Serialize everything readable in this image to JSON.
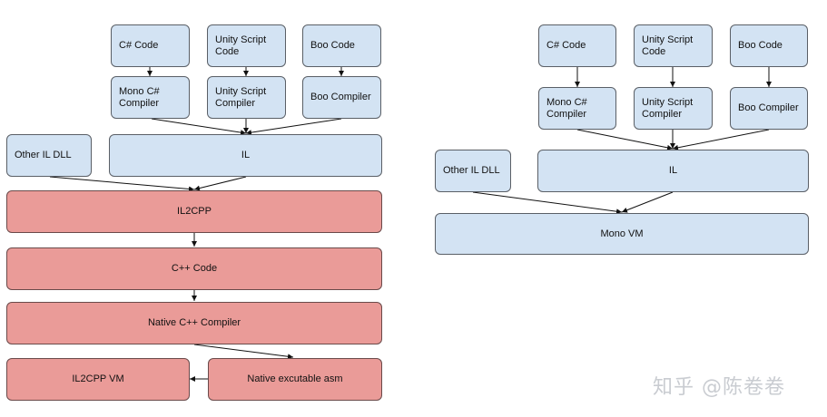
{
  "watermark": "知乎 @陈卷卷",
  "il2cpp_diagram": {
    "cs_code": "C# Code",
    "unity_script_code": "Unity Script\nCode",
    "boo_code": "Boo Code",
    "mono_cs_compiler": "Mono C#\nCompiler",
    "unity_script_compiler": "Unity Script\nCompiler",
    "boo_compiler": "Boo Compiler",
    "other_il_dll": "Other IL DLL",
    "il": "IL",
    "il2cpp": "IL2CPP",
    "cpp_code": "C++ Code",
    "native_cpp_compiler": "Native C++ Compiler",
    "il2cpp_vm": "IL2CPP VM",
    "native_executable_asm": "Native excutable asm"
  },
  "mono_diagram": {
    "cs_code": "C# Code",
    "unity_script_code": "Unity Script\nCode",
    "boo_code": "Boo Code",
    "mono_cs_compiler": "Mono C#\nCompiler",
    "unity_script_compiler": "Unity Script\nCompiler",
    "boo_compiler": "Boo Compiler",
    "other_il_dll": "Other IL DLL",
    "il": "IL",
    "mono_vm": "Mono VM"
  },
  "colors": {
    "managed_box": "#d3e3f3",
    "native_box": "#ea9b98",
    "border": "#5a5f66",
    "edge": "#111111",
    "watermark": "#c9ccd1"
  }
}
